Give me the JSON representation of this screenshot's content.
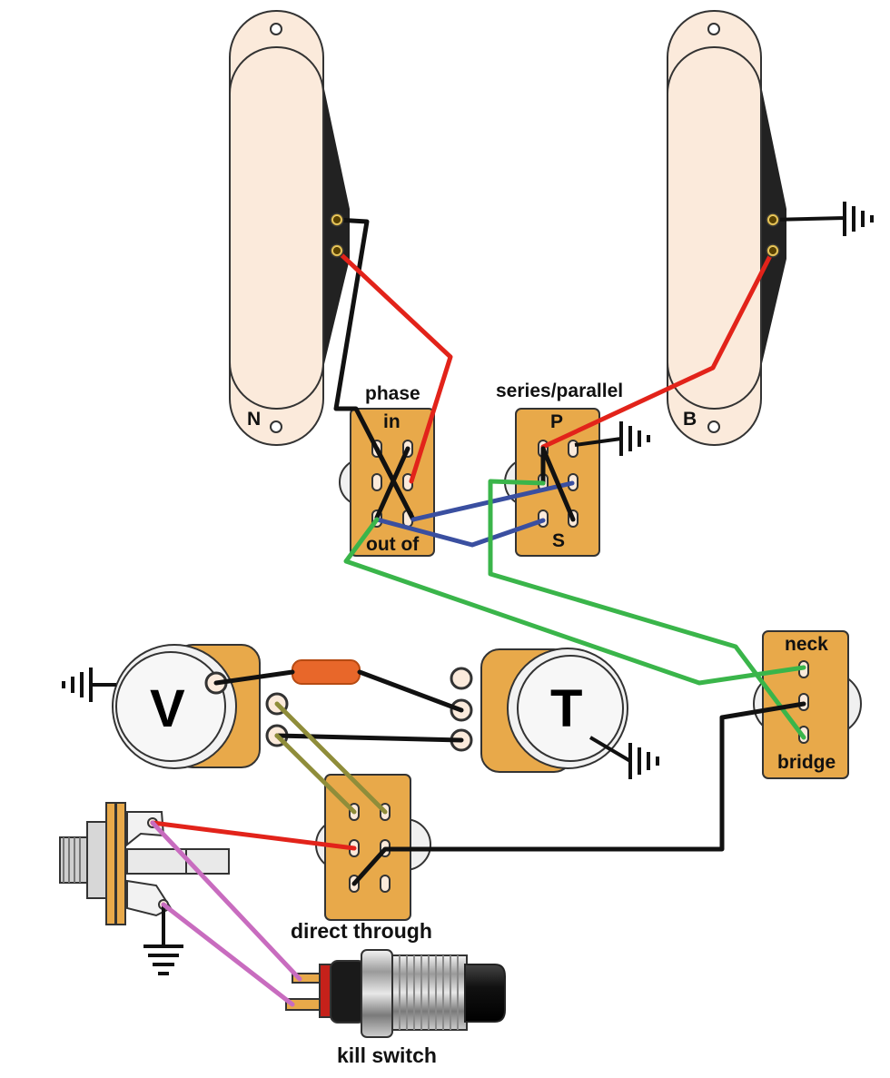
{
  "pickups": {
    "neck": {
      "letter": "N"
    },
    "bridge": {
      "letter": "B"
    }
  },
  "switches": {
    "phase": {
      "title": "phase",
      "top": "in",
      "bottom": "out of"
    },
    "series_parallel": {
      "title": "series/parallel",
      "top": "P",
      "bottom": "S"
    },
    "selector": {
      "top": "neck",
      "bottom": "bridge"
    },
    "direct": {
      "title": "direct through"
    },
    "kill": {
      "title": "kill switch"
    }
  },
  "pots": {
    "volume": {
      "letter": "V"
    },
    "tone": {
      "letter": "T"
    }
  },
  "colors": {
    "cream": "#fbeadb",
    "pickup_black": "#222222",
    "switch_body": "#e8a94a",
    "wire_red": "#e2231a",
    "wire_black": "#111111",
    "wire_green": "#3ab54a",
    "wire_blue": "#3a4fa0",
    "wire_olive": "#8f8d3a",
    "wire_pink": "#c86cbf",
    "capacitor": "#e8672a"
  },
  "icons": [
    "ground-icon",
    "capacitor-icon",
    "output-jack-icon",
    "push-button-icon"
  ]
}
